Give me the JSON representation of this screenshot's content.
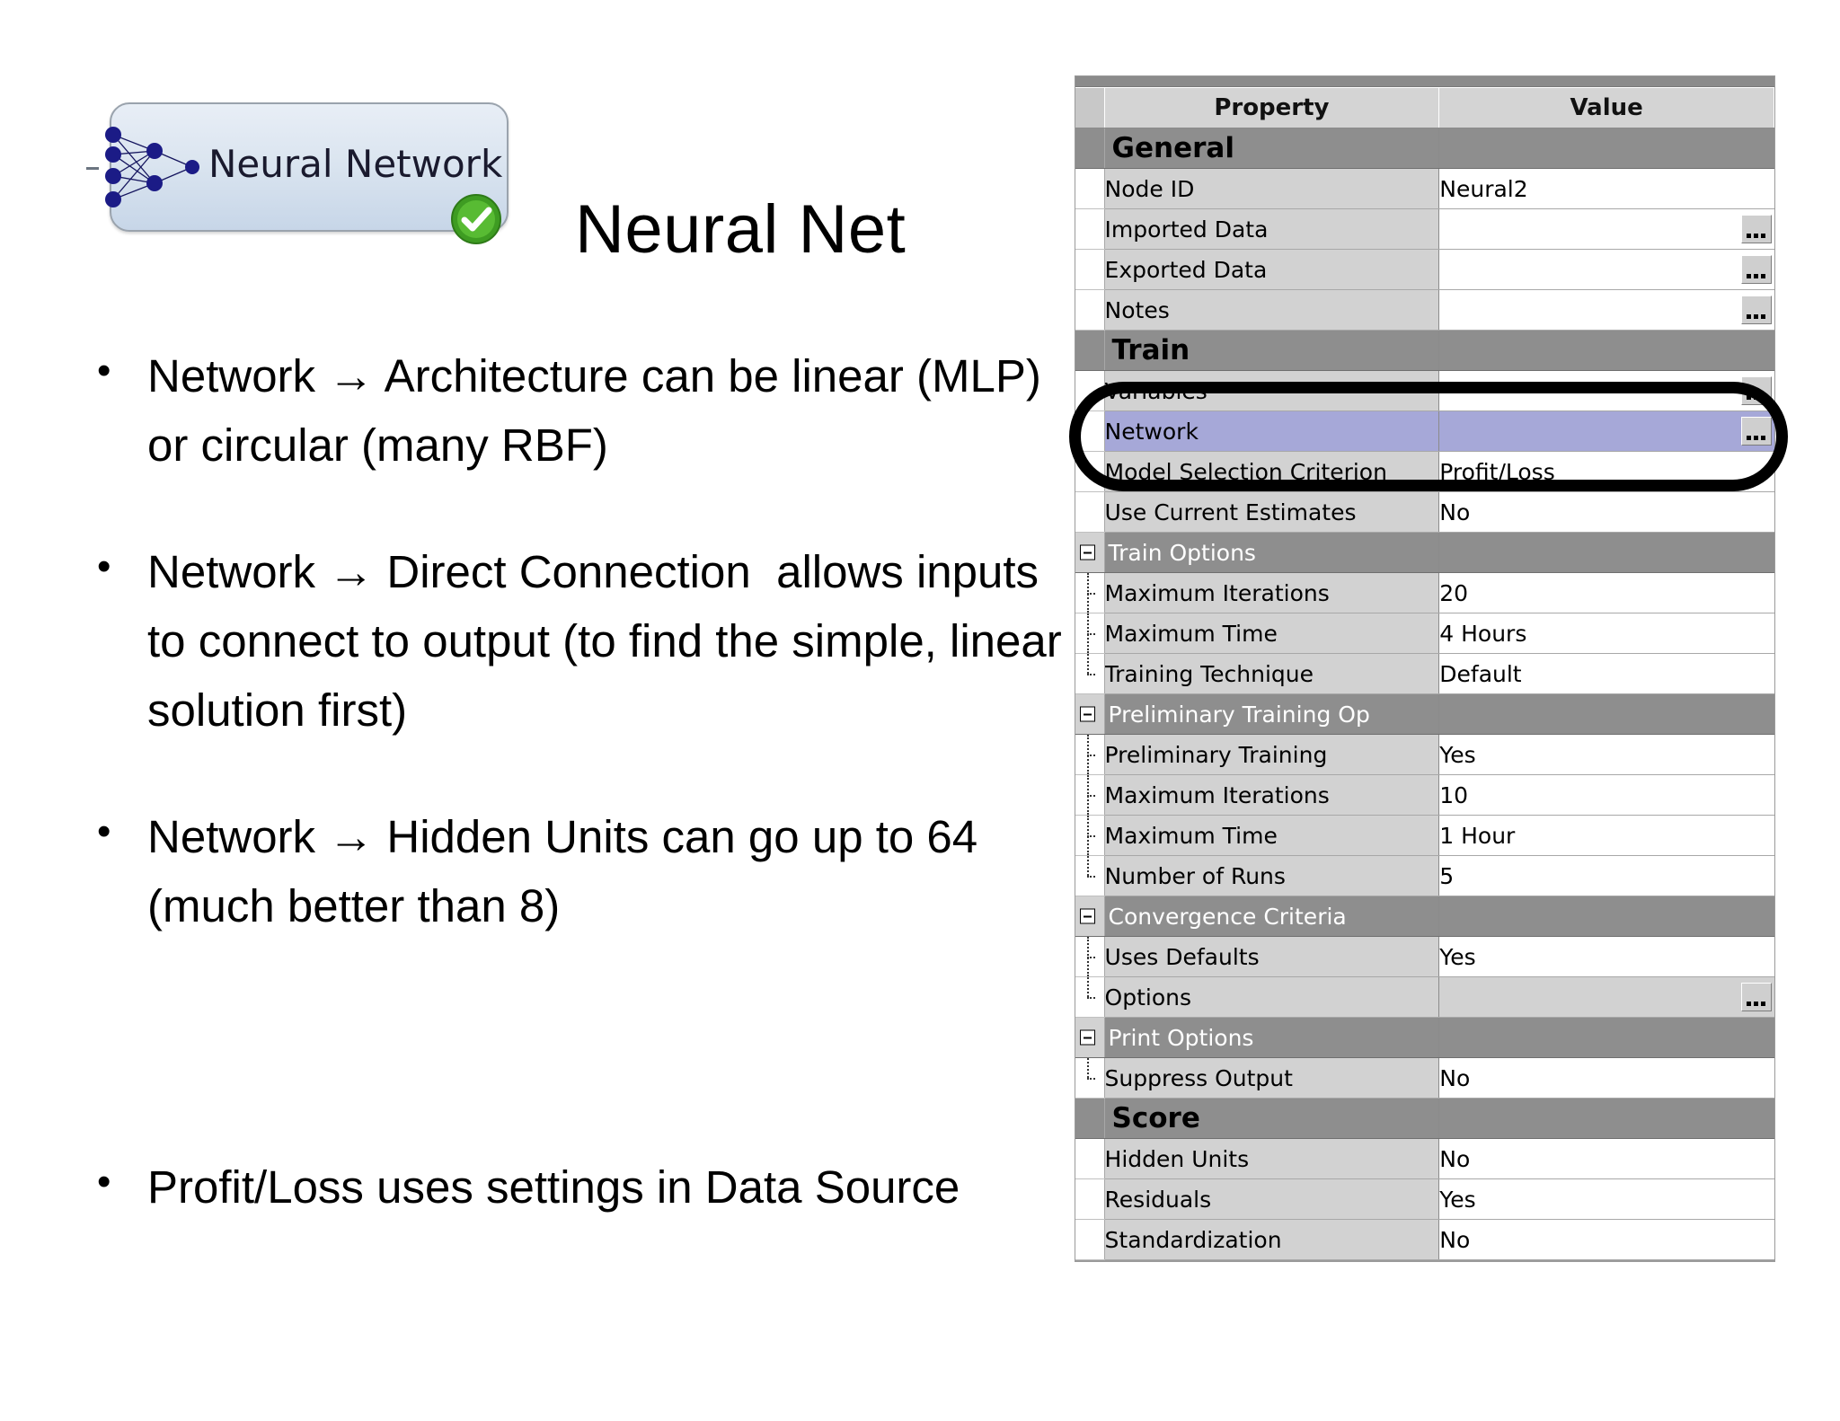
{
  "slide": {
    "title": "Neural Net"
  },
  "node": {
    "label": "Neural Network",
    "status_icon": "green-check-badge",
    "diagram_icon": "neural-network-nodes"
  },
  "bullets": [
    "Network → Architecture can be linear (MLP) or circular (many RBF)",
    "Network → Direct Connection  allows inputs to connect to output (to find the simple, linear solution first)",
    "Network → Hidden Units can go up to 64 (much better than 8)",
    "Profit/Loss uses settings in Data Source"
  ],
  "properties_panel": {
    "columns": {
      "property": "Property",
      "value": "Value"
    },
    "rows": [
      {
        "kind": "major",
        "property": "General",
        "value": ""
      },
      {
        "kind": "item",
        "property": "Node ID",
        "value": "Neural2",
        "gutter": "none"
      },
      {
        "kind": "item",
        "property": "Imported Data",
        "value": "",
        "gutter": "none",
        "browse": true
      },
      {
        "kind": "item",
        "property": "Exported Data",
        "value": "",
        "gutter": "none",
        "browse": true
      },
      {
        "kind": "item",
        "property": "Notes",
        "value": "",
        "gutter": "none",
        "browse": true
      },
      {
        "kind": "major",
        "property": "Train",
        "value": ""
      },
      {
        "kind": "item",
        "property": "Variables",
        "value": "",
        "gutter": "none",
        "browse": true
      },
      {
        "kind": "item",
        "property": "Network",
        "value": "",
        "gutter": "none",
        "browse": true,
        "selected": true
      },
      {
        "kind": "item",
        "property": "Model Selection Criterion",
        "value": "Profit/Loss",
        "gutter": "none"
      },
      {
        "kind": "item",
        "property": "Use Current Estimates",
        "value": "No",
        "gutter": "none"
      },
      {
        "kind": "sub",
        "property": "Train Options",
        "value": "",
        "gutter": "expander"
      },
      {
        "kind": "item",
        "property": "Maximum Iterations",
        "value": "20",
        "gutter": "tee"
      },
      {
        "kind": "item",
        "property": "Maximum Time",
        "value": "4 Hours",
        "gutter": "tee"
      },
      {
        "kind": "item",
        "property": "Training Technique",
        "value": "Default",
        "gutter": "ell"
      },
      {
        "kind": "sub",
        "property": "Preliminary Training Op",
        "value": "",
        "gutter": "expander"
      },
      {
        "kind": "item",
        "property": "Preliminary Training",
        "value": "Yes",
        "gutter": "tee"
      },
      {
        "kind": "item",
        "property": "Maximum Iterations",
        "value": "10",
        "gutter": "tee"
      },
      {
        "kind": "item",
        "property": "Maximum Time",
        "value": "1 Hour",
        "gutter": "tee"
      },
      {
        "kind": "item",
        "property": "Number of Runs",
        "value": "5",
        "gutter": "ell"
      },
      {
        "kind": "sub",
        "property": "Convergence Criteria",
        "value": "",
        "gutter": "expander"
      },
      {
        "kind": "item",
        "property": "Uses Defaults",
        "value": "Yes",
        "gutter": "tee"
      },
      {
        "kind": "item",
        "property": "Options",
        "value": "",
        "gutter": "ell",
        "browse": true,
        "grayfield": true
      },
      {
        "kind": "sub",
        "property": "Print Options",
        "value": "",
        "gutter": "expander"
      },
      {
        "kind": "item",
        "property": "Suppress Output",
        "value": "No",
        "gutter": "ell"
      },
      {
        "kind": "major",
        "property": "Score",
        "value": ""
      },
      {
        "kind": "item",
        "property": "Hidden Units",
        "value": "No",
        "gutter": "none"
      },
      {
        "kind": "item",
        "property": "Residuals",
        "value": "Yes",
        "gutter": "none"
      },
      {
        "kind": "item",
        "property": "Standardization",
        "value": "No",
        "gutter": "none"
      }
    ]
  },
  "annotation": {
    "shape": "oval-highlight",
    "targets": [
      "Variables",
      "Network",
      "Model Selection Criterion"
    ]
  },
  "colors": {
    "selection": "#a6a8d8",
    "section_header": "#8e8e8e",
    "property_cell": "#d2d2d2",
    "annotation": "#000000",
    "status_ok": "#4aa72a"
  }
}
